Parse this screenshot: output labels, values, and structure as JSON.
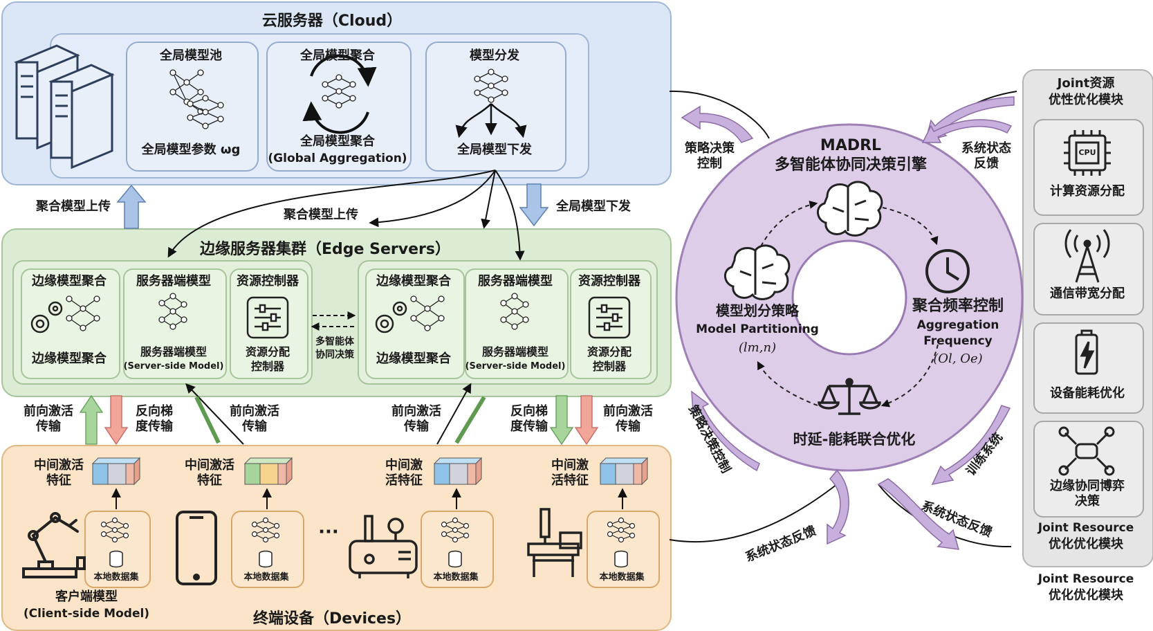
{
  "cloud": {
    "title": "云服务器（Cloud）",
    "pool_title": "全局模型池",
    "pool_caption": "全局模型参数 ωg",
    "agg_title": "全局模型聚合",
    "agg_caption_1": "全局模型聚合",
    "agg_caption_2": "(Global Aggregation)",
    "dist_title": "模型分发",
    "dist_caption": "全局模型下发"
  },
  "links": {
    "upload_left": "聚合模型上传",
    "upload_mid": "聚合模型上传",
    "download_right": "全局模型下发",
    "policy_top": "策略决策\n控制",
    "state_top": "系统状态\n反馈",
    "policy_bottom": "策略决策控制",
    "train_system": "训练系统",
    "state_bottom_right": "系统状态反馈",
    "state_bottom_left": "系统状态反馈"
  },
  "edge": {
    "title": "边缘服务器集群（Edge Servers）",
    "agg_title": "边缘模型聚合",
    "agg_caption": "边缘模型聚合",
    "server_title": "服务器端模型",
    "server_caption_1": "服务器端模型",
    "server_caption_2": "(Server-side Model)",
    "res_title": "资源控制器",
    "res_caption_1": "资源分配",
    "res_caption_2": "控制器",
    "coop_1": "多智能体",
    "coop_2": "协同决策"
  },
  "transfer": {
    "fwd_1": "前向激活\n传输",
    "bwd_1": "反向梯\n度传输",
    "fwd_2": "前向激活\n传输",
    "fwd_3": "前向激活\n传输",
    "bwd_2": "反向梯\n度传输",
    "fwd_4": "前向激活\n传输"
  },
  "devices": {
    "title": "终端设备（Devices）",
    "feat_1": "中间激活\n特征",
    "feat_2": "中间激活\n特征",
    "feat_3": "中间激\n活特征",
    "feat_4": "中间激\n活特征",
    "local_data": "本地数据集",
    "ellipsis": "···",
    "client_1": "客户端模型",
    "client_2": "(Client-side Model)"
  },
  "madrl": {
    "title_1": "MADRL",
    "title_2": "多智能体协同决策引擎",
    "partition_cn": "模型划分策略",
    "partition_en": "Model Partitioning",
    "partition_sym": "(lm,n)",
    "freq_cn": "聚合频率控制",
    "freq_en_1": "Aggregation",
    "freq_en_2": "Frequency",
    "freq_sym": "(Ol, Oe)",
    "joint_opt": "时延-能耗联合优化"
  },
  "resource_panel": {
    "header_1": "Joint资源",
    "header_2": "优性优化模块",
    "items": [
      "计算资源分配",
      "通信带宽分配",
      "设备能耗优化",
      "边缘协同博弈\n决策"
    ],
    "cpu_label": "CPU",
    "footer_1": "Joint Resource",
    "footer_2": "优化优化模块",
    "outside_1": "Joint Resource",
    "outside_2": "优化优化模块"
  },
  "colors": {
    "cloud": "#dbe7f6",
    "edge": "#dcebd3",
    "devices": "#fbe4c8",
    "madrl": "#dccbe8",
    "panel": "#e5e5e5",
    "arrow_blue": "#a9c4e6",
    "arrow_green": "#a8d59b",
    "arrow_red": "#f2a69a",
    "arrow_purple": "#b89ccc"
  }
}
